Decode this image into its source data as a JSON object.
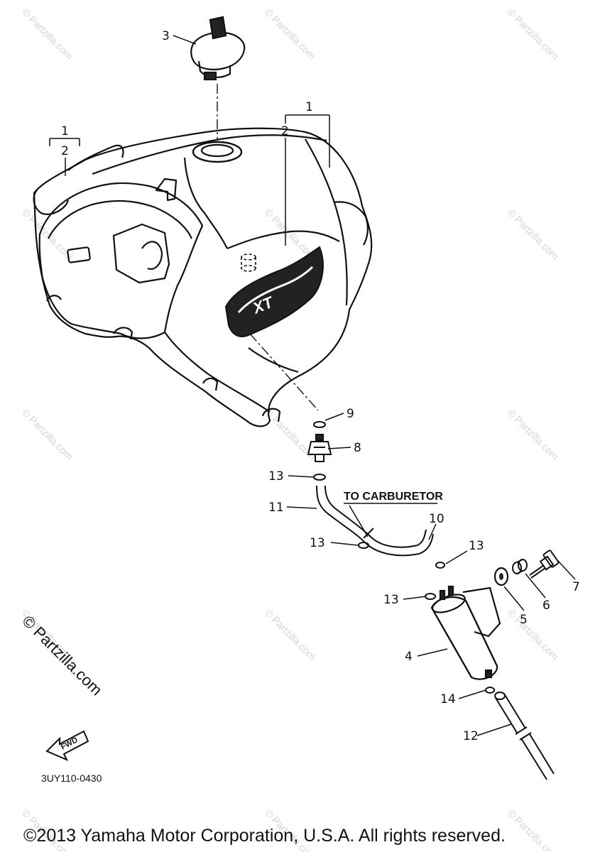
{
  "diagram": {
    "callouts": [
      "1",
      "2",
      "1",
      "2",
      "3",
      "4",
      "5",
      "6",
      "7",
      "8",
      "9",
      "10",
      "11",
      "12",
      "13",
      "13",
      "13",
      "13",
      "14"
    ],
    "to_carburetor": "TO CARBURETOR",
    "tank_logo": "XT",
    "part_code": "3UY110-0430",
    "fwd_label": "FWD",
    "watermark": "© Partzilla.com",
    "large_watermark": "© Partzilla.com",
    "copyright": "©2013 Yamaha Motor Corporation, U.S.A. All rights reserved."
  }
}
